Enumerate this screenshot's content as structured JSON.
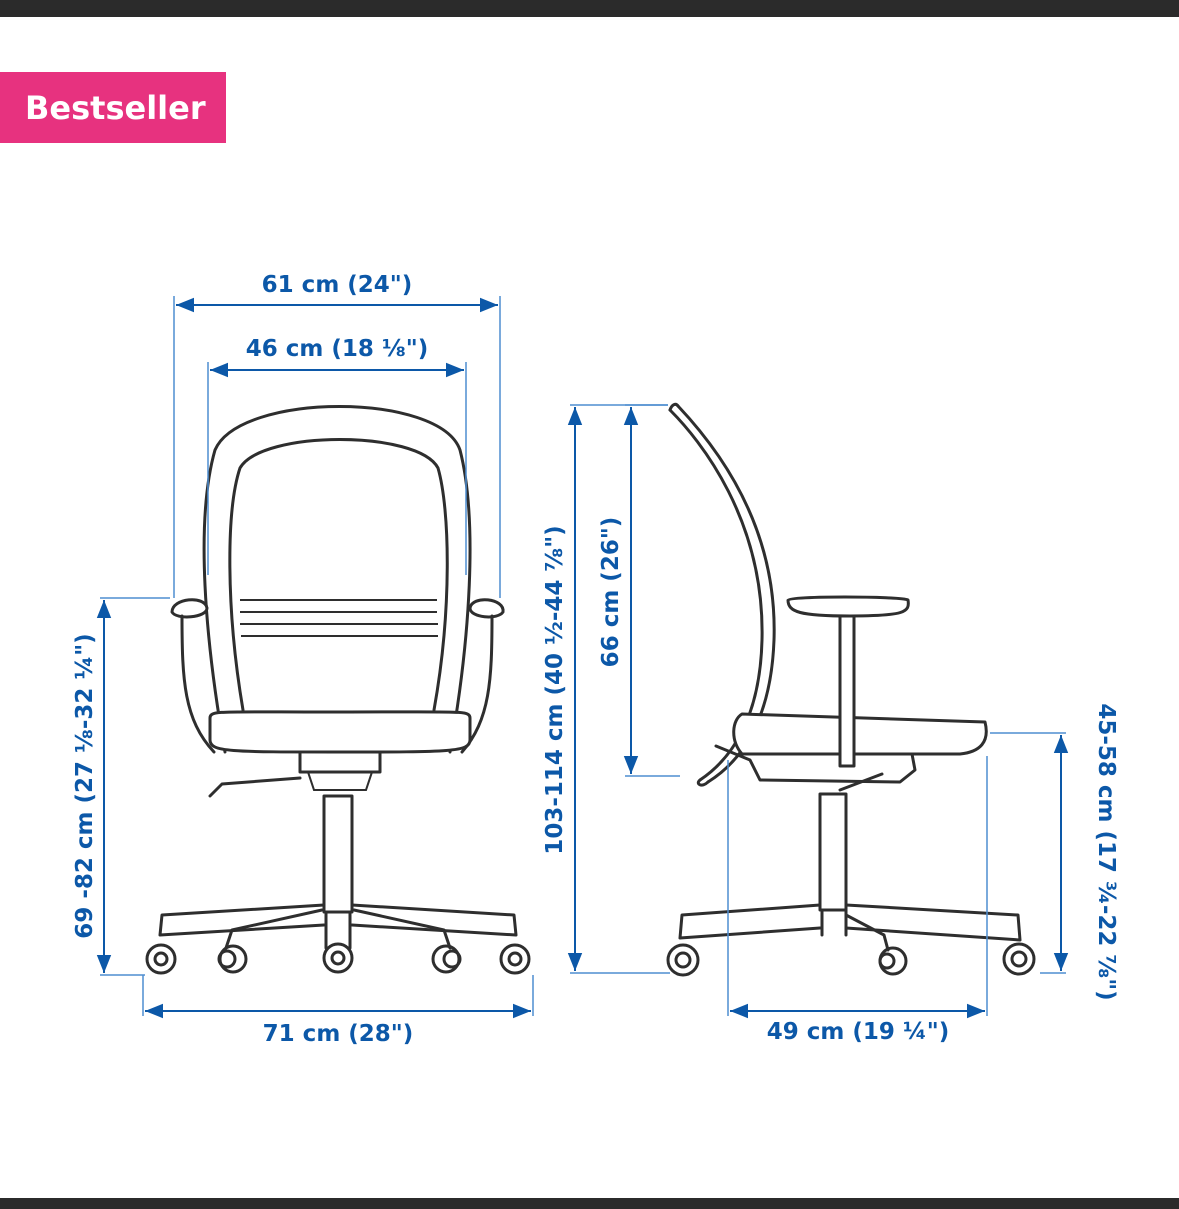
{
  "badge": {
    "label": "Bestseller",
    "color": "#e7327f"
  },
  "dimension_color": "#0c58a8",
  "front_view": {
    "overall_width": "61 cm (24\")",
    "back_width": "46 cm (18 ⅛\")",
    "armrest_height": "69 -82 cm (27 ⅛-32 ¼\")",
    "base_width": "71 cm (28\")"
  },
  "side_view": {
    "total_height": "103-114 cm (40 ½-44 ⅞\")",
    "backrest_height": "66 cm (26\")",
    "seat_height": "45-58 cm (17 ¾-22 ⅞\")",
    "seat_depth": "49 cm (19 ¼\")"
  }
}
